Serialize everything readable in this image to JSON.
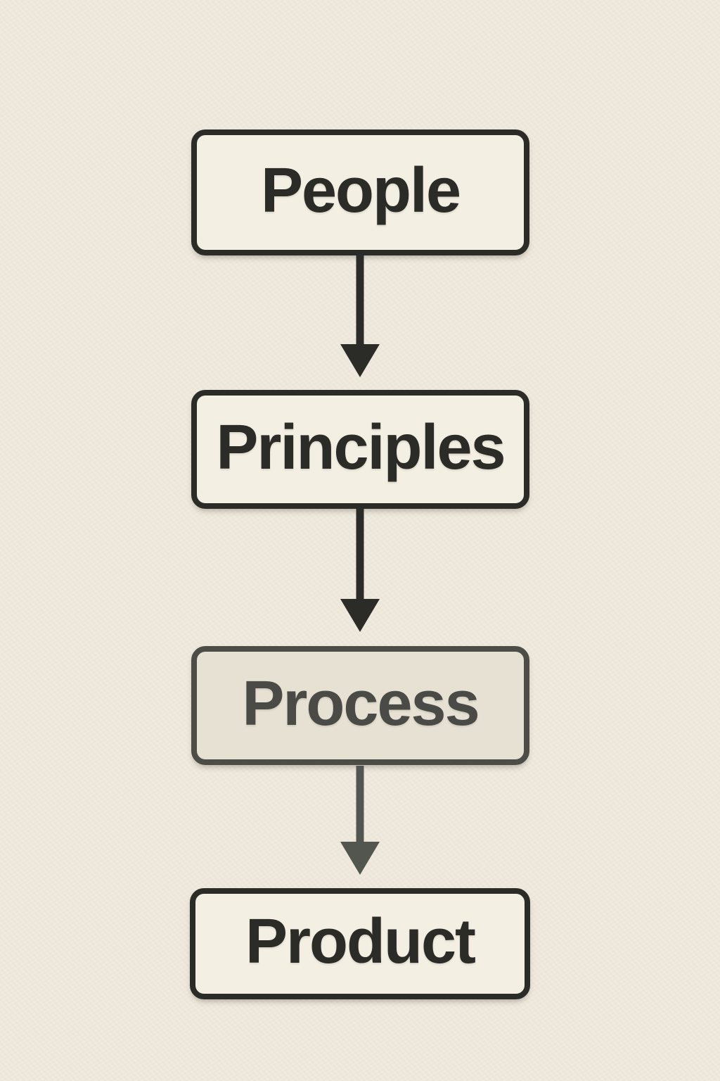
{
  "diagram": {
    "type": "flowchart",
    "orientation": "vertical",
    "nodes": [
      {
        "label": "People",
        "emphasis": "normal"
      },
      {
        "label": "Principles",
        "emphasis": "normal"
      },
      {
        "label": "Process",
        "emphasis": "muted"
      },
      {
        "label": "Product",
        "emphasis": "normal"
      }
    ],
    "connections": [
      {
        "from": "People",
        "to": "Principles",
        "style": "normal"
      },
      {
        "from": "Principles",
        "to": "Process",
        "style": "normal"
      },
      {
        "from": "Process",
        "to": "Product",
        "style": "muted"
      }
    ],
    "colors": {
      "bg": "#f0eade",
      "node_fill": "#f4efe3",
      "node_border": "#2b2b28",
      "text": "#2b2b28",
      "muted_fill": "#e7e1d3",
      "muted_border": "#4d4d48",
      "muted_text": "#4a4a46",
      "arrow": "#2b2b28",
      "muted_arrow": "#53554f"
    }
  }
}
